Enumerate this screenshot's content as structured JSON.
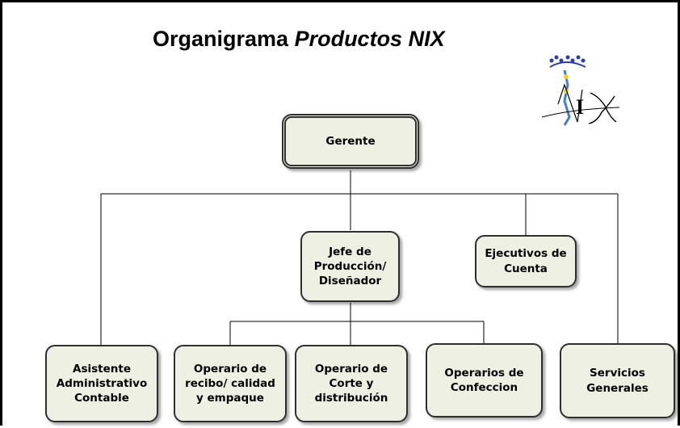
{
  "title": {
    "main": "Organigrama ",
    "emphasis": "Productos NIX"
  },
  "logo": {
    "text": "NIX"
  },
  "nodes": {
    "gerente": "Gerente",
    "jefe": "Jefe de\nProducción/\nDiseñador",
    "ejecutivos": "Ejecutivos de\nCuenta",
    "asistente": "Asistente\nAdministrativo\nContable",
    "operario_recibo": "Operario de\nrecibo/ calidad\ny empaque",
    "operario_corte": "Operario de\nCorte y\ndistribución",
    "operarios_confeccion": "Operarios de\nConfeccion",
    "servicios": "Servicios\nGenerales"
  }
}
